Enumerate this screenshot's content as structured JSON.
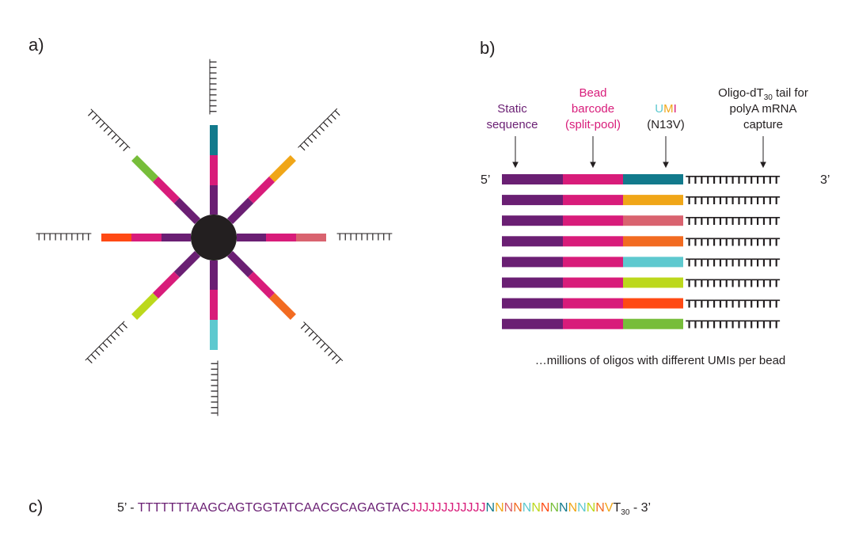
{
  "panel_a": {
    "label": "a)",
    "tail_text": "TTTTTTTTTT",
    "colors": {
      "bead": "#231f20",
      "static": "#6a1f73",
      "barcode": "#d81c7a"
    },
    "arms": [
      {
        "umi_color": "#127a8c"
      },
      {
        "umi_color": "#f0a618"
      },
      {
        "umi_color": "#d9636f"
      },
      {
        "umi_color": "#f26b21"
      },
      {
        "umi_color": "#5ec9cf"
      },
      {
        "umi_color": "#bcd81c"
      },
      {
        "umi_color": "#ff4a14"
      },
      {
        "umi_color": "#77bd3a"
      }
    ]
  },
  "panel_b": {
    "label": "b)",
    "headers": {
      "static": [
        "Static",
        "sequence"
      ],
      "barcode": [
        "Bead",
        "barcode",
        "(split-pool)"
      ],
      "umi_word_u": "U",
      "umi_word_m": "M",
      "umi_word_i": "I",
      "umi_sub": "(N13V)",
      "oligo_prefix": "Oligo-dT",
      "oligo_sub": "30",
      "oligo_suffix": " tail for",
      "oligo_line2": "polyA mRNA",
      "oligo_line3": "capture"
    },
    "five_prime": "5’",
    "three_prime": "3’",
    "tail_text": "TTTTTTTTTTTTTTT",
    "rows": [
      {
        "umi_color": "#127a8c"
      },
      {
        "umi_color": "#f0a618"
      },
      {
        "umi_color": "#d9636f"
      },
      {
        "umi_color": "#f26b21"
      },
      {
        "umi_color": "#5ec9cf"
      },
      {
        "umi_color": "#bcd81c"
      },
      {
        "umi_color": "#ff4a14"
      },
      {
        "umi_color": "#77bd3a"
      }
    ],
    "note": "…millions of oligos with different UMIs per bead"
  },
  "panel_c": {
    "label": "c)",
    "prefix": "5’ - ",
    "static_seq": "TTTTTTTAAGCAGTGGTATCAACGCAGAGTAC",
    "barcode_seq": "JJJJJJJJJJJJ",
    "umi_letters": [
      "N",
      "N",
      "N",
      "N",
      "N",
      "N",
      "N",
      "N",
      "N",
      "N",
      "N",
      "N",
      "N",
      "V"
    ],
    "umi_colors": [
      "#127a8c",
      "#f0a618",
      "#d9636f",
      "#f26b21",
      "#5ec9cf",
      "#bcd81c",
      "#ff4a14",
      "#77bd3a",
      "#127a8c",
      "#f0a618",
      "#5ec9cf",
      "#bcd81c",
      "#f26b21",
      "#f0a618"
    ],
    "tail": "T",
    "tail_sub": "30",
    "suffix": " - 3’"
  }
}
